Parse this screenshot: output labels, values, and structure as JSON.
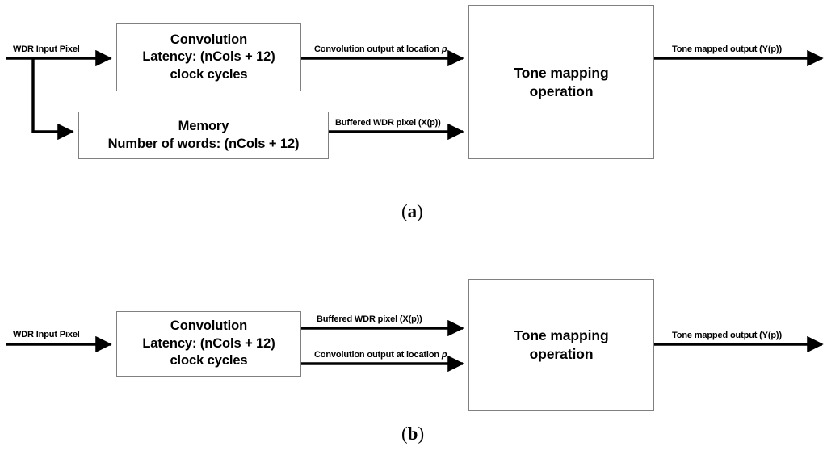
{
  "figure": {
    "background": "#ffffff",
    "line_color": "#000000",
    "box_border_color": "#808080"
  },
  "panels": [
    {
      "id": "a",
      "caption": "(a)",
      "caption_open": "(",
      "caption_letter": "a",
      "caption_close": ")",
      "nodes": [
        {
          "name": "convolution-block",
          "lines": [
            "Convolution",
            "Latency: (nCols + 12)",
            "clock cycles"
          ]
        },
        {
          "name": "memory-block",
          "lines": [
            "Memory",
            "Number of words: (nCols + 12)"
          ]
        },
        {
          "name": "tone-mapping-block",
          "lines": [
            "Tone mapping",
            "operation"
          ]
        }
      ],
      "edges": [
        {
          "name": "wdr-input-edge",
          "label": "WDR Input Pixel",
          "italic_tail": ""
        },
        {
          "name": "convolution-output-edge",
          "label": "Convolution output at location ",
          "italic_tail": "p"
        },
        {
          "name": "buffered-wdr-edge",
          "label": "Buffered WDR pixel (X(p))",
          "italic_tail": ""
        },
        {
          "name": "tone-mapped-output-edge",
          "label": "Tone mapped output (Y(p))",
          "italic_tail": ""
        }
      ]
    },
    {
      "id": "b",
      "caption": "(b)",
      "caption_open": "(",
      "caption_letter": "b",
      "caption_close": ")",
      "nodes": [
        {
          "name": "convolution-block",
          "lines": [
            "Convolution",
            "Latency: (nCols + 12)",
            "clock cycles"
          ]
        },
        {
          "name": "tone-mapping-block",
          "lines": [
            "Tone mapping",
            "operation"
          ]
        }
      ],
      "edges": [
        {
          "name": "wdr-input-edge",
          "label": "WDR Input Pixel",
          "italic_tail": ""
        },
        {
          "name": "buffered-wdr-edge",
          "label": "Buffered WDR pixel (X(p))",
          "italic_tail": ""
        },
        {
          "name": "convolution-output-edge",
          "label": "Convolution output at location ",
          "italic_tail": "p"
        },
        {
          "name": "tone-mapped-output-edge",
          "label": "Tone mapped output (Y(p))",
          "italic_tail": ""
        }
      ]
    }
  ]
}
